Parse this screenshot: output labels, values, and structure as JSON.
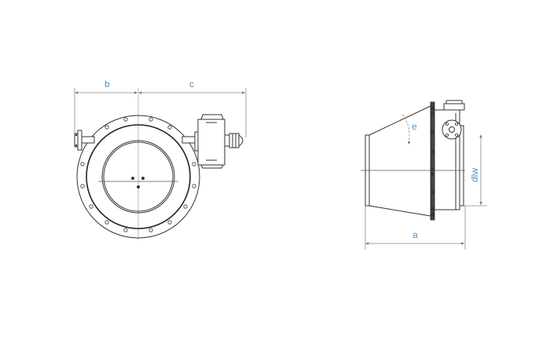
{
  "drawing": {
    "views": [
      {
        "name": "front-view",
        "dimensions": {
          "b": "b",
          "c": "c"
        }
      },
      {
        "name": "side-view",
        "dimensions": {
          "a": "a",
          "dlw": "dlw",
          "e": "e"
        }
      }
    ],
    "colors": {
      "label": "#4a8fc7",
      "line": "#333333",
      "dimension_line": "#8a8a8a",
      "background": "#ffffff"
    }
  },
  "labels": {
    "b": "b",
    "c": "c",
    "a": "a",
    "dlw": "dlw",
    "e": "e"
  }
}
